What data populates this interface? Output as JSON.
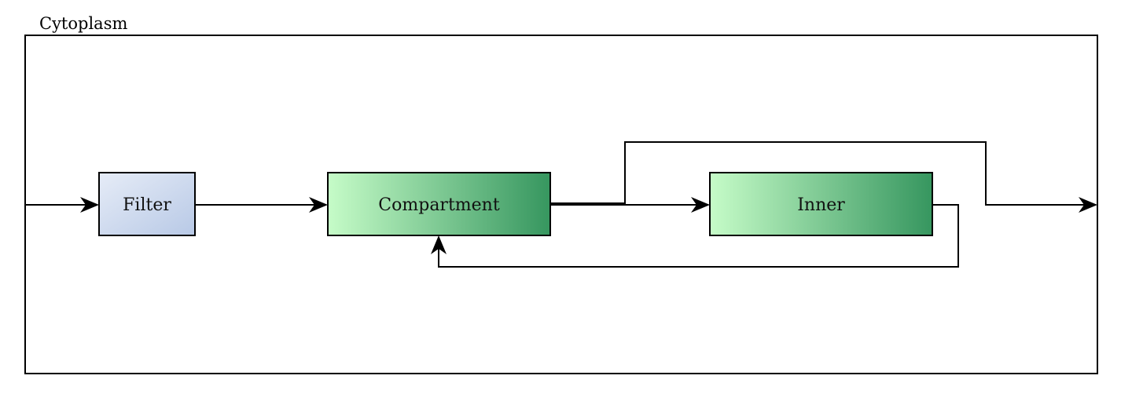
{
  "diagram": {
    "container": {
      "label": "Cytoplasm"
    },
    "nodes": {
      "filter": {
        "label": "Filter",
        "fill_from": "#e6ecf7",
        "fill_to": "#b8c9e6"
      },
      "compartment": {
        "label": "Compartment",
        "fill_from": "#c6fcc8",
        "fill_to": "#36965f"
      },
      "inner": {
        "label": "Inner",
        "fill_from": "#c6fcc8",
        "fill_to": "#36965f"
      }
    },
    "edges": [
      {
        "from": "container-left-edge",
        "to": "filter"
      },
      {
        "from": "filter",
        "to": "compartment"
      },
      {
        "from": "compartment",
        "to": "inner"
      },
      {
        "from": "compartment",
        "to": "container-right-edge",
        "routing": "over-top"
      },
      {
        "from": "inner",
        "to": "compartment",
        "routing": "under-bottom"
      }
    ],
    "colors": {
      "stroke": "#000000",
      "background": "#ffffff"
    }
  }
}
